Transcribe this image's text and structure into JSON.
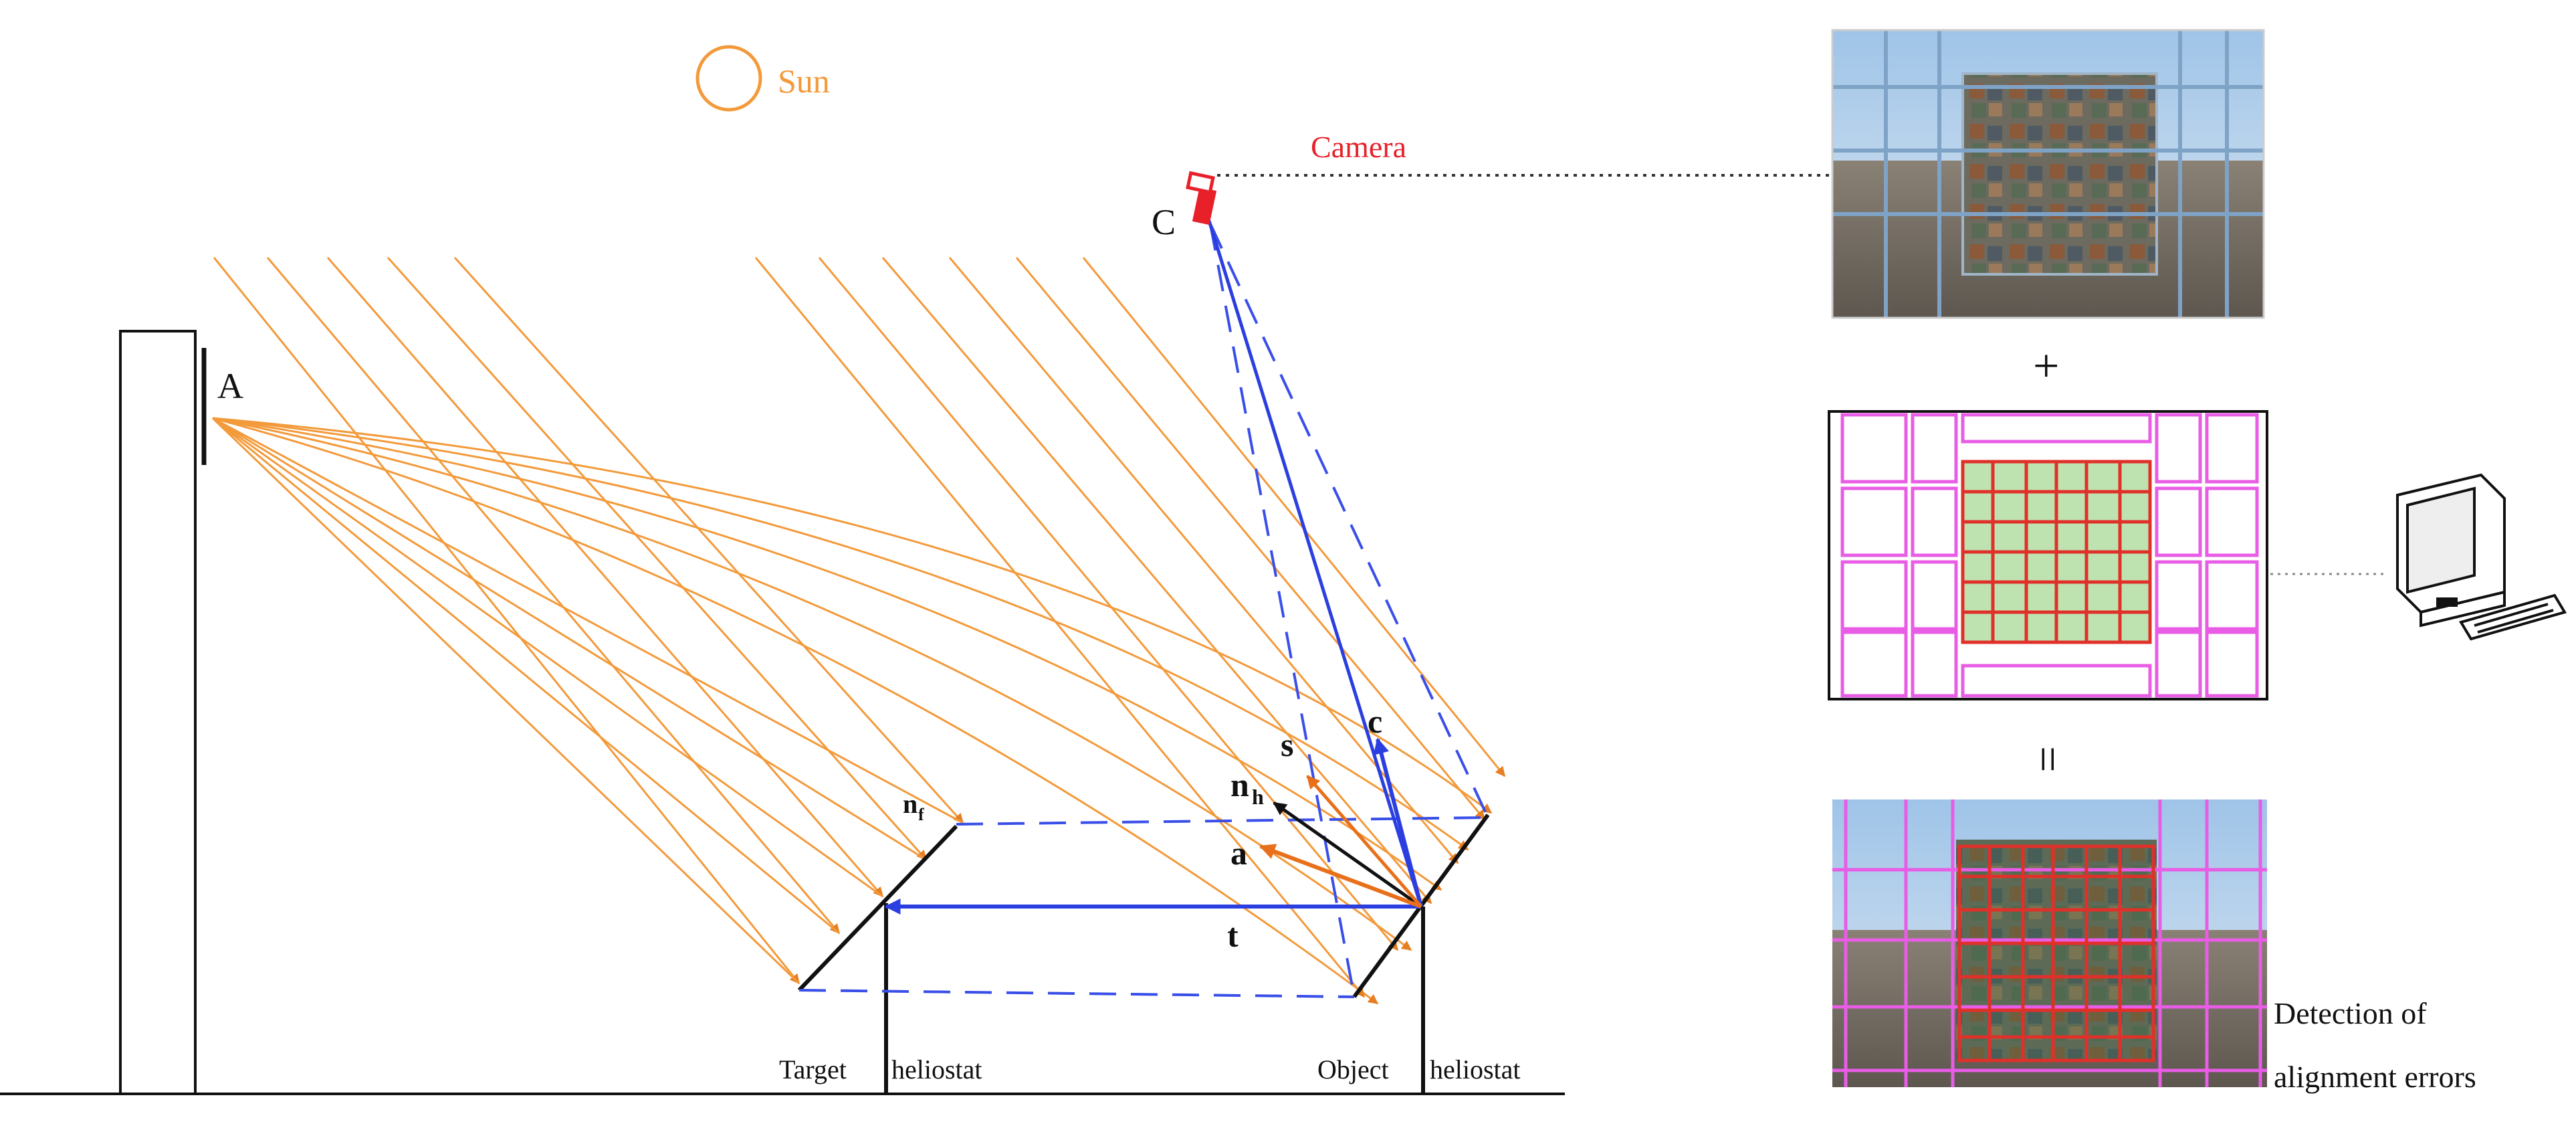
{
  "labels": {
    "sun": "Sun",
    "camera": "Camera",
    "point_c": "C",
    "point_a": "A",
    "vec_s": "s",
    "vec_c": "c",
    "vec_nh": "n",
    "vec_nh_sub": "h",
    "vec_nf": "n",
    "vec_nf_sub": "f",
    "vec_a": "a",
    "vec_t": "t",
    "target_1": "Target",
    "target_2": "heliostat",
    "object_1": "Object",
    "object_2": "heliostat",
    "plus": "+",
    "equals": "=",
    "detection_1": "Detection of",
    "detection_2": "alignment errors"
  },
  "icons": {
    "sun": "sun-circle-icon",
    "camera": "camera-icon",
    "computer": "desktop-computer-icon"
  },
  "colors": {
    "ray": "#f39a3b",
    "sun": "#f39a3b",
    "camera": "#e8202a",
    "vector_blue": "#2b3fe0",
    "dashed_blue": "#3a4fe8",
    "grid_magenta": "#e85ce6",
    "grid_red": "#e0302a",
    "facet_green": "#bfe3b0",
    "structure": "#111111"
  }
}
